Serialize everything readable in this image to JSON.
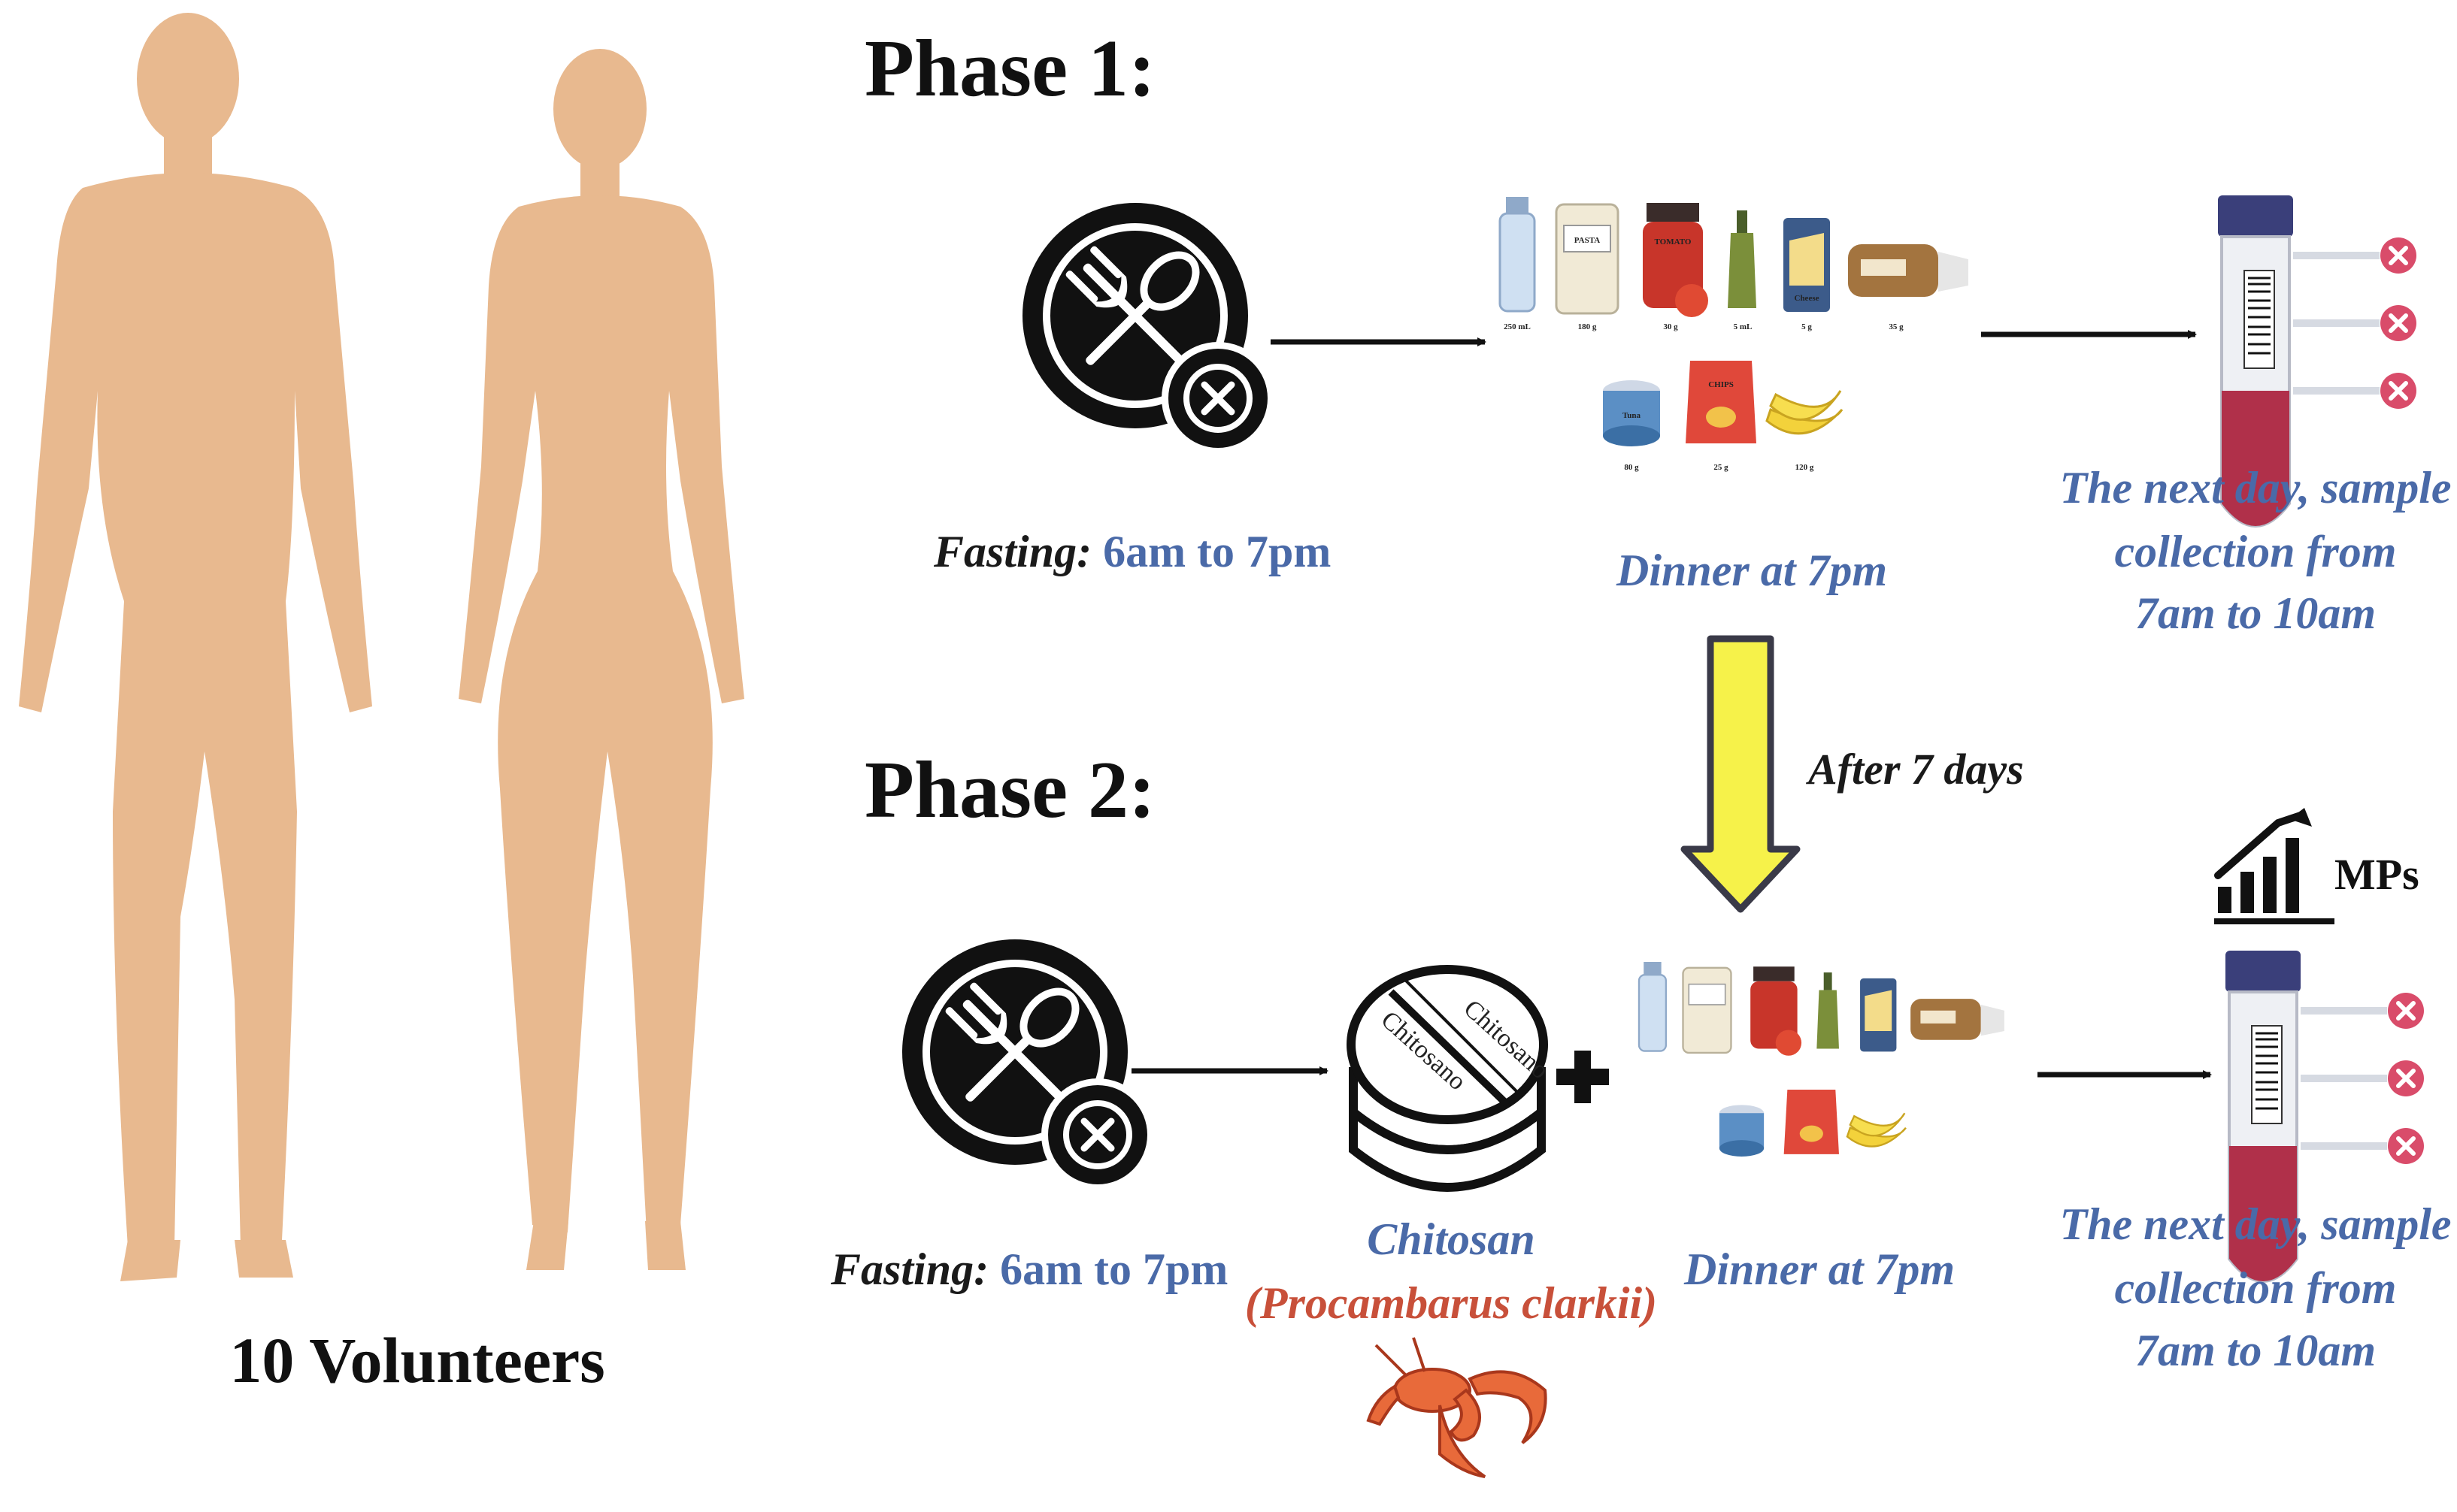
{
  "phase1": {
    "title": "Phase 1:",
    "fasting_label": "Fasting:",
    "fasting_time": "6am to 7pm",
    "dinner": "Dinner at 7pm",
    "sample_line1": "The next day, sample",
    "sample_line2": "collection from",
    "sample_line3": "7am to 10am"
  },
  "phase2": {
    "title": "Phase 2:",
    "fasting_label": "Fasting:",
    "fasting_time": "6am to 7pm",
    "chitosan": "Chitosan",
    "species": "(Procambarus clarkii)",
    "dinner": "Dinner at 7pm",
    "sample_line1": "The next day, sample",
    "sample_line2": "collection from",
    "sample_line3": "7am to 10am",
    "mps": "MPs"
  },
  "transition": "After 7 days",
  "volunteers": "10 Volunteers",
  "pill_text": [
    "Chitosano",
    "Chitosano"
  ],
  "food_labels": {
    "water": "250 mL",
    "pasta_jar": "PASTA",
    "pasta": "180 g",
    "tomato_jar": "TOMATO",
    "tomato": "30 g",
    "oil": "5 mL",
    "cheese_pack": "Cheese",
    "cheese": "5 g",
    "bread": "35 g",
    "tuna_can": "Tuna",
    "tuna": "80 g",
    "chips_bag": "CHIPS",
    "chips": "25 g",
    "banana": "120 g"
  },
  "colors": {
    "skin": "#e8b98f",
    "blue_text": "#4a6aa8",
    "red_text": "#c8503a",
    "arrow_yellow": "#f6f24a",
    "blood": "#b0304a",
    "x_red": "#d94c6a"
  },
  "icons": [
    "fork-spoon-plate-icon",
    "x-circle-icon",
    "pill-stack-icon",
    "plus-icon",
    "test-tube-icon",
    "bar-chart-up-icon",
    "crayfish-icon"
  ]
}
